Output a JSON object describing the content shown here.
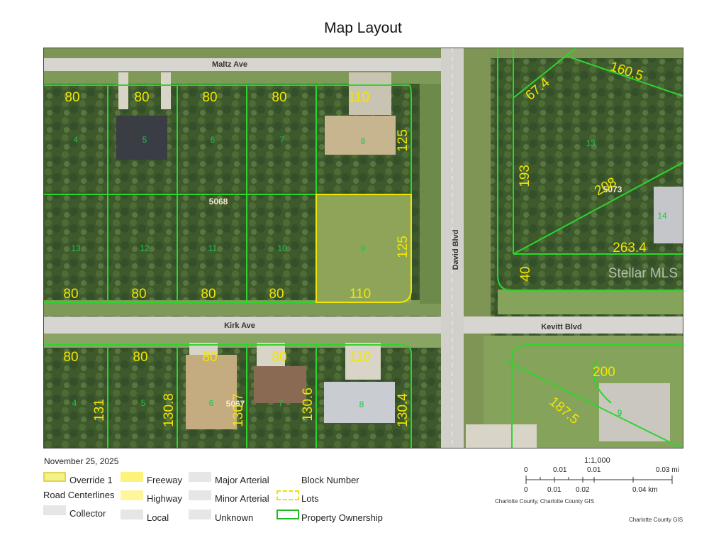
{
  "title": "Map Layout",
  "date": "November 25, 2025",
  "watermark": "Stellar MLS",
  "roads": {
    "maltz": "Maltz Ave",
    "kirk": "Kirk Ave",
    "kevitt": "Kevitt Blvd",
    "david": "David Blvd"
  },
  "blocks": [
    "5068",
    "5073",
    "5067"
  ],
  "lots": {
    "top_row": [
      "4",
      "5",
      "6",
      "7",
      "8"
    ],
    "mid_row": [
      "13",
      "12",
      "11",
      "10",
      "9"
    ],
    "bottom_row": [
      "4",
      "5",
      "6",
      "7",
      "8"
    ],
    "right": [
      "13",
      "14",
      "9"
    ]
  },
  "dimensions": {
    "top_front": [
      "80",
      "80",
      "80",
      "80",
      "110"
    ],
    "top_side": "125",
    "mid_side": "125",
    "mid_bottom": [
      "80",
      "80",
      "80",
      "80",
      "110"
    ],
    "bottom_front": [
      "80",
      "80",
      "80",
      "80",
      "110"
    ],
    "bottom_sides": [
      "131",
      "130.8",
      "130.7",
      "130.6",
      "130.4"
    ],
    "right_a": "67.4",
    "right_b": "160.5",
    "right_c": "193",
    "right_d": "208",
    "right_e": "263.4",
    "right_f": "40",
    "right_g": "200",
    "right_h": "187.5"
  },
  "legend": {
    "override": "Override 1",
    "road_centerlines": "Road Centerlines",
    "collector": "Collector",
    "freeway": "Freeway",
    "highway": "Highway",
    "local": "Local",
    "major_arterial": "Major Arterial",
    "minor_arterial": "Minor Arterial",
    "unknown": "Unknown",
    "block_number": "Block Number",
    "lots": "Lots",
    "property_ownership": "Property Ownership"
  },
  "colors": {
    "override": "#f4f08a",
    "freeway": "#fff27a",
    "highway": "#fff59b",
    "gray": "#e6e6e6",
    "lots_dash": "#f2e000",
    "ownership": "#22b922"
  },
  "scale": {
    "ratio": "1:1,000",
    "mi_ticks": [
      "0",
      "0.01",
      "0.01",
      "0.03 mi"
    ],
    "km_ticks": [
      "0",
      "0.01",
      "0.02",
      "0.04 km"
    ]
  },
  "credits": {
    "left": "Charlotte County, Charlotte County GIS",
    "right": "Charlotte County GIS"
  }
}
